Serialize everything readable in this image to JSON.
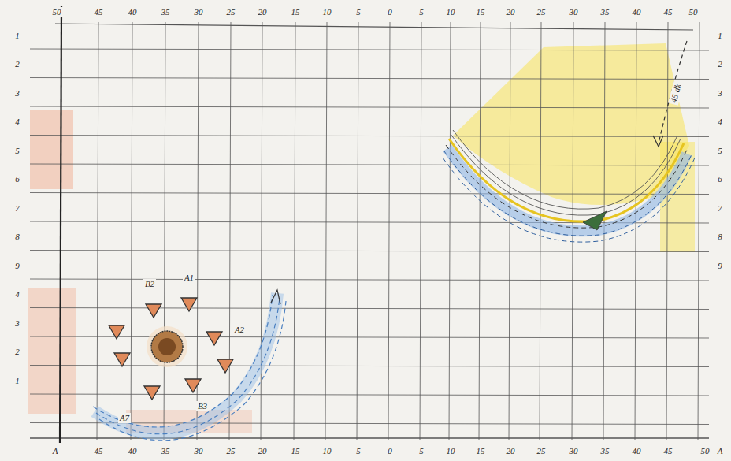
{
  "diagram": {
    "labels": [
      "50",
      "45",
      "40",
      "35",
      "30",
      "25",
      "20",
      "15",
      "10",
      "5",
      "0",
      "5",
      "10",
      "15",
      "20",
      "25",
      "30",
      "35",
      "40",
      "45",
      "50",
      "45",
      "40",
      "35",
      "30",
      "25",
      "20",
      "15",
      "10",
      "5",
      "0",
      "5",
      "10",
      "15",
      "20",
      "25",
      "30",
      "35",
      "40",
      "45",
      "50",
      "A",
      "A",
      "1",
      "2",
      "3",
      "4",
      "5",
      "6",
      "7",
      "8",
      "9",
      "4",
      "3",
      "2",
      "1",
      "1",
      "2",
      "3",
      "4",
      "5",
      "6",
      "7",
      "8",
      "9",
      "B2",
      "A1",
      "A2",
      "B3",
      "A7",
      "45 dk"
    ]
  }
}
